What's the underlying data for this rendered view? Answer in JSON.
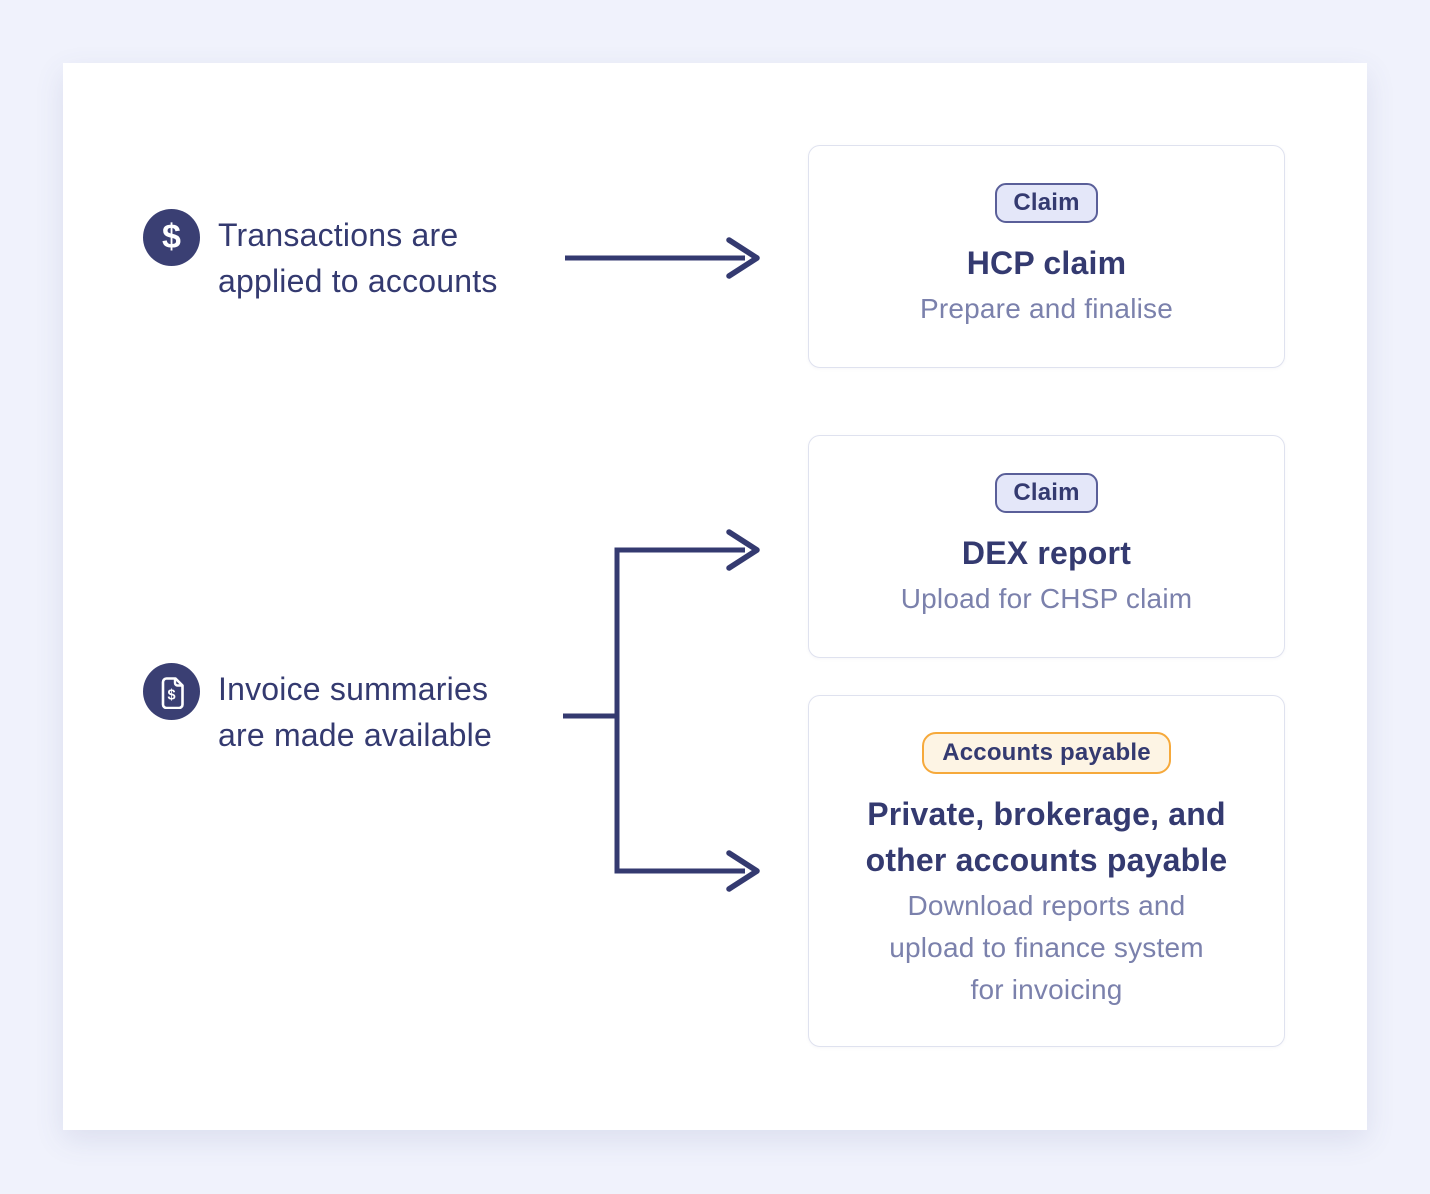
{
  "palette": {
    "page_bg": "#F0F2FC",
    "panel_bg": "#FFFFFF",
    "navy": "#343A70",
    "muted": "#7B81AC",
    "card_border": "#DFE2EF",
    "claim_badge_bg": "#E4E7F9",
    "claim_badge_border": "#5A5F99",
    "ap_badge_bg": "#FDF4E4",
    "ap_badge_border": "#F6A93B",
    "icon_bg": "#3A3F73",
    "icon_fg": "#FFFFFF"
  },
  "sources": [
    {
      "icon": "dollar-circle-icon",
      "icon_glyph": "$",
      "lines": [
        "Transactions are",
        "applied to accounts"
      ]
    },
    {
      "icon": "invoice-document-dollar-icon",
      "icon_glyph": "$",
      "lines": [
        "Invoice summaries",
        "are made available"
      ]
    }
  ],
  "cards": [
    {
      "badge": {
        "label": "Claim",
        "type": "claim"
      },
      "title_lines": [
        "HCP claim"
      ],
      "subtitle_lines": [
        "Prepare and finalise"
      ]
    },
    {
      "badge": {
        "label": "Claim",
        "type": "claim"
      },
      "title_lines": [
        "DEX report"
      ],
      "subtitle_lines": [
        "Upload for CHSP claim"
      ]
    },
    {
      "badge": {
        "label": "Accounts payable",
        "type": "accounts-payable"
      },
      "title_lines": [
        "Private, brokerage, and",
        "other accounts payable"
      ],
      "subtitle_lines": [
        "Download reports and",
        "upload to finance system",
        "for invoicing"
      ]
    }
  ]
}
